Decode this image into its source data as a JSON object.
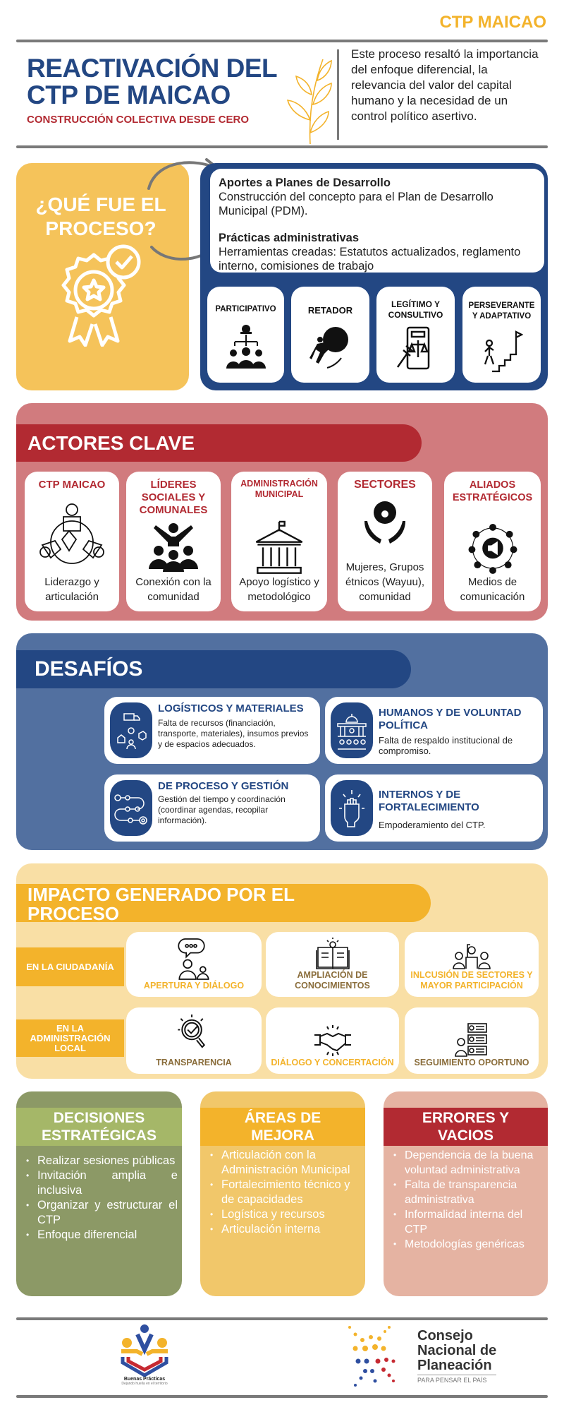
{
  "header": {
    "brand": "CTP MAICAO",
    "title_line1": "REACTIVACIÓN DEL",
    "title_line2": "CTP DE MAICAO",
    "subtitle": "CONSTRUCCIÓN COLECTIVA DESDE CERO",
    "summary": "Este proceso resaltó la importancia del enfoque diferencial, la relevancia del valor del capital humano y la necesidad de un  control político asertivo."
  },
  "process": {
    "question": "¿QUÉ FUE EL PROCESO?",
    "items": [
      {
        "title": "Aportes a Planes de Desarrollo",
        "text": "Construcción del concepto para el Plan de Desarrollo Municipal (PDM)."
      },
      {
        "title": "Prácticas administrativas",
        "text": "Herramientas creadas: Estatutos actualizados, reglamento interno, comisiones de trabajo"
      }
    ],
    "traits": [
      {
        "label": "PARTICIPATIVO",
        "icon": "team-hierarchy-icon"
      },
      {
        "label": "RETADOR",
        "icon": "boulder-push-icon"
      },
      {
        "label": "LEGÍTIMO Y CONSULTIVO",
        "icon": "justice-scale-icon"
      },
      {
        "label": "PERSEVERANTE Y ADAPTATIVO",
        "icon": "stairs-flag-icon"
      }
    ]
  },
  "actors": {
    "heading": "ACTORES CLAVE",
    "items": [
      {
        "title": "CTP MAICAO",
        "text": "Liderazgo y articulación",
        "icon": "round-table-icon"
      },
      {
        "title": "LÍDERES SOCIALES Y COMUNALES",
        "text": "Conexión con la comunidad",
        "icon": "leader-group-icon"
      },
      {
        "title": "ADMINISTRACIÓN MUNICIPAL",
        "text": "Apoyo logístico y metodológico",
        "icon": "government-building-icon"
      },
      {
        "title": "SECTORES",
        "text": "Mujeres, Grupos étnicos (Wayuu), comunidad",
        "icon": "community-hands-icon"
      },
      {
        "title": "ALIADOS ESTRATÉGICOS",
        "text": "Medios de comunicación",
        "icon": "megaphone-network-icon"
      }
    ]
  },
  "challenges": {
    "heading": "DESAFÍOS",
    "items": [
      {
        "title": "LOGÍSTICOS Y MATERIALES",
        "text": "Falta de recursos (financiación, transporte, materiales), insumos previos y de espacios adecuados.",
        "icon": "logistics-icon"
      },
      {
        "title": "HUMANOS Y DE VOLUNTAD POLÍTICA",
        "text": "Falta de respaldo institucional de compromiso.",
        "icon": "congress-icon"
      },
      {
        "title": "DE PROCESO Y GESTIÓN",
        "text": "Gestión del tiempo y coordinación (coordinar agendas, recopilar información).",
        "icon": "process-path-icon"
      },
      {
        "title": "INTERNOS Y DE FORTALECIMIENTO",
        "text": "Empoderamiento del CTP.",
        "icon": "raised-fist-icon"
      }
    ]
  },
  "impact": {
    "heading": "IMPACTO GENERADO POR EL PROCESO",
    "rows": [
      {
        "label": "EN LA CIUDADANÍA",
        "items": [
          {
            "label": "APERTURA Y DIÁLOGO",
            "color": "#f3b32b",
            "icon": "conversation-icon"
          },
          {
            "label": "AMPLIACIÓN DE CONOCIMIENTOS",
            "color": "#8a6d3b",
            "icon": "open-book-idea-icon"
          },
          {
            "label": "INLCUSIÓN DE SECTORES Y MAYOR PARTICIPACIÓN",
            "color": "#f3b32b",
            "icon": "raised-hand-icon"
          }
        ]
      },
      {
        "label": "EN LA ADMINISTRACIÓN LOCAL",
        "items": [
          {
            "label": "TRANSPARENCIA",
            "color": "#8a6d3b",
            "icon": "magnifier-check-icon"
          },
          {
            "label": "DIÁLOGO Y CONCERTACIÓN",
            "color": "#f3b32b",
            "icon": "handshake-icon"
          },
          {
            "label": "SEGUIMIENTO OPORTUNO",
            "color": "#8a6d3b",
            "icon": "checklist-person-icon"
          }
        ]
      }
    ]
  },
  "columns": [
    {
      "title": "DECISIONES ESTRATÉGICAS",
      "bg": "#8c9966",
      "band": "#a5b768",
      "items": [
        "Realizar sesiones públicas",
        "Invitación amplia e inclusiva",
        "Organizar y estructurar el CTP",
        "Enfoque diferencial"
      ]
    },
    {
      "title": "ÁREAS DE MEJORA",
      "bg": "#f1c76a",
      "band": "#f3b32b",
      "items": [
        "Articulación con la Administración Municipal",
        " Fortalecimiento técnico y de capacidades",
        "Logística y recursos",
        "Articulación interna"
      ]
    },
    {
      "title": "ERRORES Y VACIOS",
      "bg": "#e5b3a2",
      "band": "#b22a32",
      "items": [
        "Dependencia de la buena voluntad administrativa",
        "Falta de transparencia administrativa",
        "Informalidad interna del CTP",
        "Metodologías genéricas"
      ]
    }
  ],
  "footer": {
    "logo_left": {
      "name": "Buenas Prácticas",
      "tagline": "Dejando huella en el territorio"
    },
    "logo_right": {
      "line1": "Consejo",
      "line2": "Nacional de",
      "line3": "Planeación",
      "tagline": "PARA PENSAR EL PAÍS"
    }
  },
  "colors": {
    "blue": "#234783",
    "red": "#b22a32",
    "yellow": "#f3b32b",
    "gray": "#7a7a7a"
  }
}
